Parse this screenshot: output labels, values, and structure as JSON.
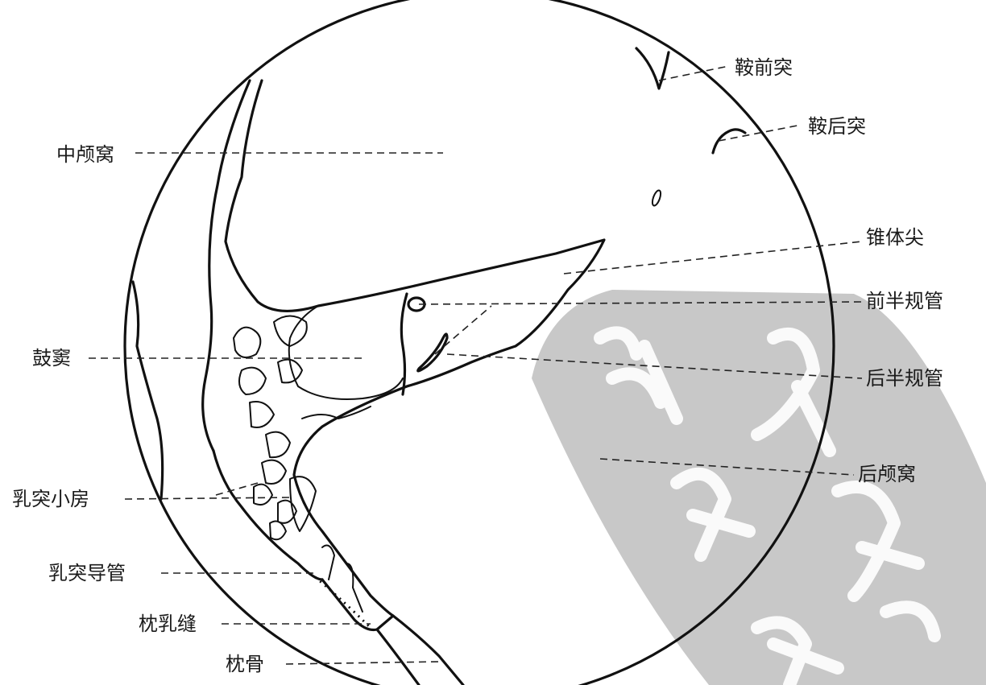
{
  "labels": {
    "middle_cranial_fossa": "中颅窝",
    "anterior_clinoid": "鞍前突",
    "posterior_clinoid": "鞍后突",
    "petrous_apex": "锥体尖",
    "superior_canal": "前半规管",
    "antrum": "鼓窦",
    "posterior_canal": "后半规管",
    "posterior_fossa": "后颅窝",
    "mastoid_cells": "乳突小房",
    "mastoid_emissary": "乳突导管",
    "occipitomastoid_suture": "枕乳缝",
    "occipital_bone": "枕骨"
  },
  "colors": {
    "line": "#111111",
    "watermark_band": "#c8c8c8",
    "background": "#ffffff"
  }
}
